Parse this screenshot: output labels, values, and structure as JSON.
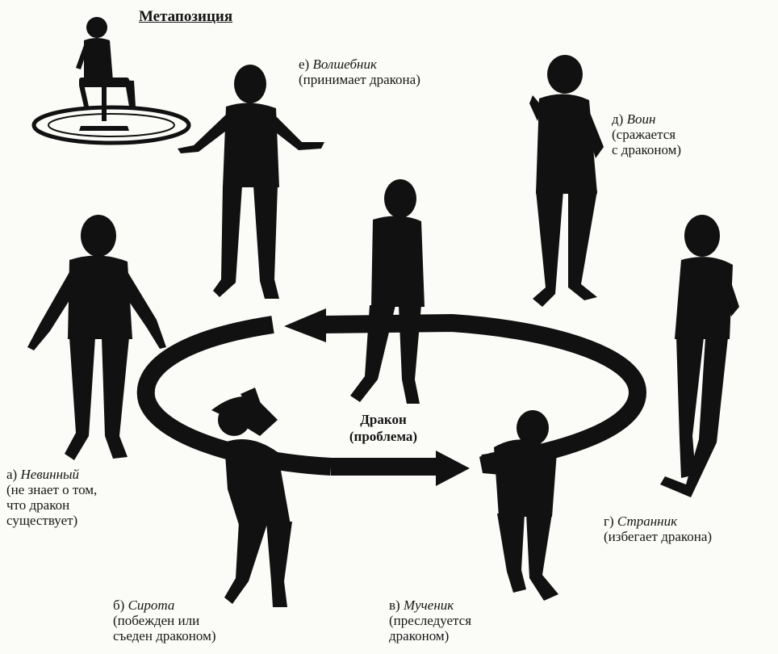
{
  "title": "Метапозиция",
  "center": {
    "line1": "Дракон",
    "line2": "(проблема)"
  },
  "figures": {
    "a": {
      "letter": "а)",
      "name": "Невинный",
      "desc": [
        "(не знает о том,",
        "что дракон",
        "существует)"
      ]
    },
    "b": {
      "letter": "б)",
      "name": "Сирота",
      "desc": [
        "(побежден или",
        "съеден драконом)"
      ]
    },
    "v": {
      "letter": "в)",
      "name": "Мученик",
      "desc": [
        "(преследуется",
        "драконом)"
      ]
    },
    "g": {
      "letter": "г)",
      "name": "Странник",
      "desc": [
        "(избегает дракона)"
      ]
    },
    "d": {
      "letter": "д)",
      "name": "Воин",
      "desc": [
        "(сражается",
        "с драконом)"
      ]
    },
    "e": {
      "letter": "е)",
      "name": "Волшебник",
      "desc": [
        "(принимает дракона)"
      ]
    }
  },
  "colors": {
    "ink": "#111111",
    "paper": "#fbfbf8"
  }
}
